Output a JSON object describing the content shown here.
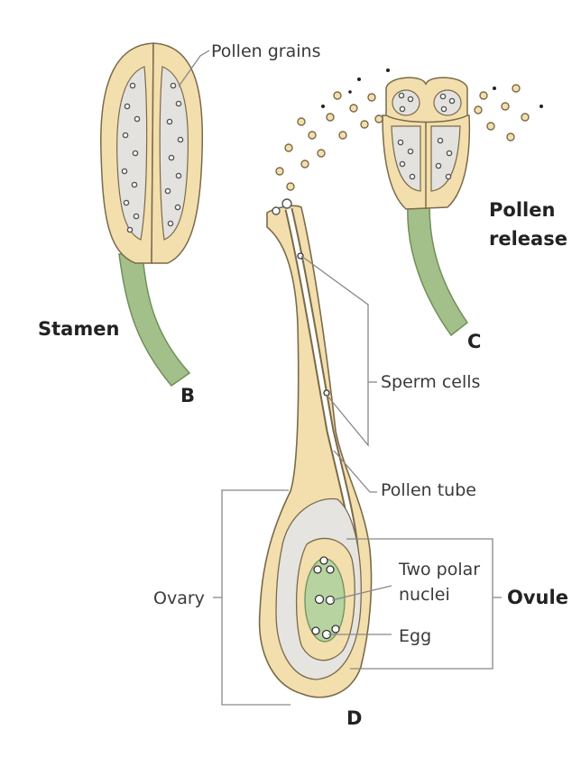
{
  "labels": {
    "pollen_grains": "Pollen grains",
    "stamen": "Stamen",
    "b": "B",
    "pollen_release_1": "Pollen",
    "pollen_release_2": "release",
    "c": "C",
    "sperm_cells": "Sperm cells",
    "pollen_tube": "Pollen tube",
    "two_polar_1": "Two polar",
    "two_polar_2": "nuclei",
    "ovary": "Ovary",
    "ovule": "Ovule",
    "egg": "Egg",
    "d": "D"
  },
  "colors": {
    "anther": "#f2dfad",
    "anther_outline": "#7a6a4a",
    "pollen_sac": "#e4e2de",
    "stalk": "#a3c08a",
    "ovule_sac": "#e6e4e0",
    "embryo_sac": "#b7d3a0",
    "label_text": "#3a3a3a",
    "leader": "#888888"
  }
}
